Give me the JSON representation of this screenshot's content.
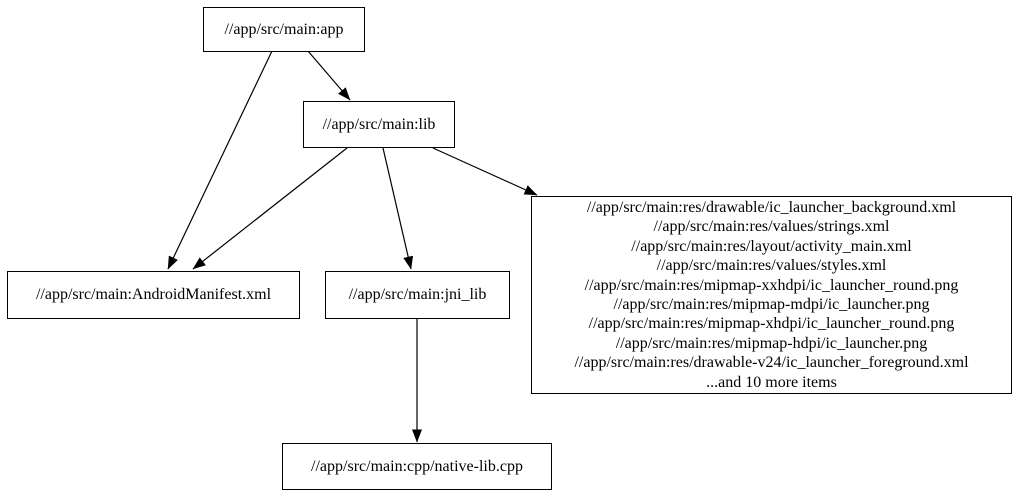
{
  "diagram": {
    "kind": "dependency-graph",
    "colors": {
      "background": "#ffffff",
      "node_fill": "#ffffff",
      "node_border": "#000000",
      "edge": "#000000",
      "text": "#000000"
    },
    "nodes": {
      "app": {
        "label": "//app/src/main:app"
      },
      "lib": {
        "label": "//app/src/main:lib"
      },
      "android_manifest": {
        "label": "//app/src/main:AndroidManifest.xml"
      },
      "jni_lib": {
        "label": "//app/src/main:jni_lib"
      },
      "native_lib_cpp": {
        "label": "//app/src/main:cpp/native-lib.cpp"
      },
      "res_files": {
        "lines": [
          "//app/src/main:res/drawable/ic_launcher_background.xml",
          "//app/src/main:res/values/strings.xml",
          "//app/src/main:res/layout/activity_main.xml",
          "//app/src/main:res/values/styles.xml",
          "//app/src/main:res/mipmap-xxhdpi/ic_launcher_round.png",
          "//app/src/main:res/mipmap-mdpi/ic_launcher.png",
          "//app/src/main:res/mipmap-xhdpi/ic_launcher_round.png",
          "//app/src/main:res/mipmap-hdpi/ic_launcher.png",
          "//app/src/main:res/drawable-v24/ic_launcher_foreground.xml",
          "...and 10 more items"
        ]
      }
    },
    "edges": [
      {
        "from": "app",
        "to": "lib"
      },
      {
        "from": "app",
        "to": "android_manifest"
      },
      {
        "from": "lib",
        "to": "android_manifest"
      },
      {
        "from": "lib",
        "to": "jni_lib"
      },
      {
        "from": "lib",
        "to": "res_files"
      },
      {
        "from": "jni_lib",
        "to": "native_lib_cpp"
      }
    ]
  }
}
